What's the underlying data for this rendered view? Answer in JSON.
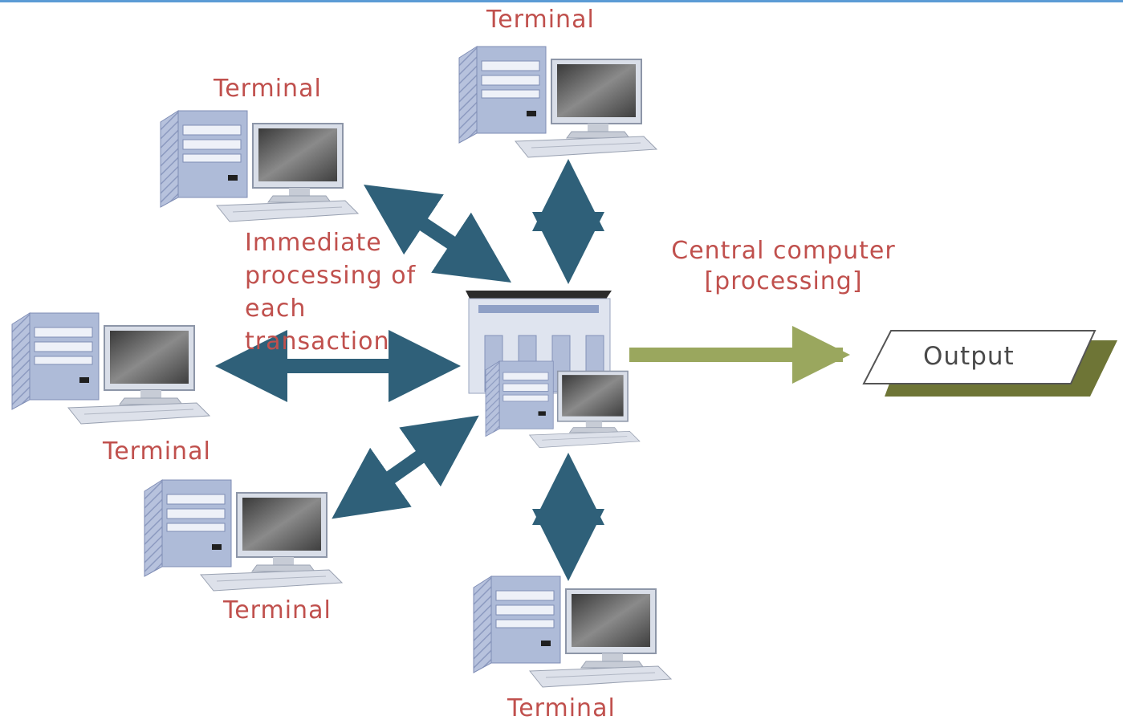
{
  "diagram": {
    "nodes": {
      "terminal_top": "Terminal",
      "terminal_upper_left": "Terminal",
      "terminal_left": "Terminal",
      "terminal_lower_left": "Terminal",
      "terminal_bottom": "Terminal",
      "central": "Central computer [processing]",
      "output": "Output"
    },
    "annotation": "Immediate processing of each transaction",
    "colors": {
      "label_text": "#c0504d",
      "arrow": "#2f6079",
      "output_arrow": "#9aa75e",
      "output_shadow": "#6e7536",
      "computer_body": "#a9b6d4"
    }
  }
}
